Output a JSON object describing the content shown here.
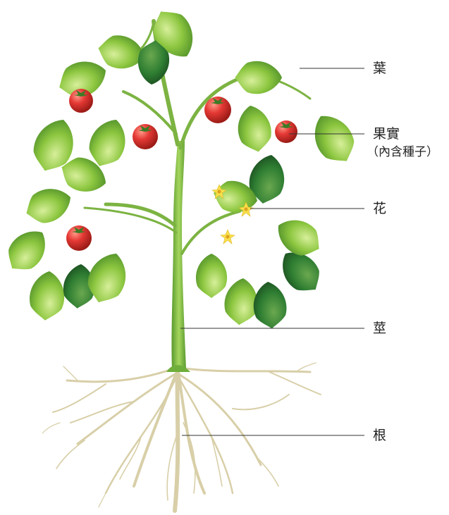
{
  "labels": {
    "leaf": "葉",
    "fruit_line1": "果實",
    "fruit_line2": "（內含種子）",
    "flower": "花",
    "stem": "莖",
    "root": "根"
  },
  "colors": {
    "leaf_light": "#8cc63f",
    "leaf_dark": "#2e7d32",
    "stem": "#7cb342",
    "fruit": "#e53935",
    "flower": "#f9e04b",
    "root": "#d8cfa8",
    "leader_line": "#333333"
  }
}
